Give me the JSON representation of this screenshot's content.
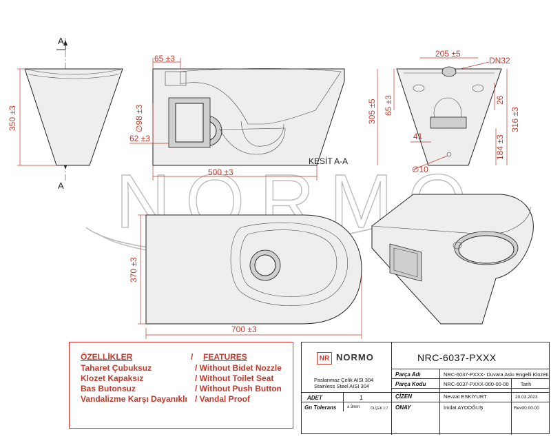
{
  "brand": {
    "name": "NORMO",
    "watermark": "NORMO",
    "logo_mark": "NR"
  },
  "views": {
    "section_label": "KESİT A-A",
    "section_marker": "A"
  },
  "dimensions": {
    "d65": "65 ±3",
    "d98": "∅98 ±3",
    "d62": "62 ±3",
    "d500": "500 ±3",
    "d350": "350 ±3",
    "d205": "205 ±5",
    "dn32": "DN32",
    "d305": "305 ±5",
    "d65b": "65 ±3",
    "d26": "26",
    "d316": "316 ±3",
    "d41": "41",
    "d184": "184 ±3",
    "d10": "∅10",
    "d370": "370 ±3",
    "d700": "700 ±3"
  },
  "features": {
    "heading_tr": "ÖZELLİKLER",
    "slash": "/",
    "heading_en": "FEATURES",
    "rows": [
      {
        "tr": "Taharet Çubuksuz",
        "en": "/ Without Bidet Nozzle"
      },
      {
        "tr": "Klozet Kapaksız",
        "en": "/ Without Toilet Seat"
      },
      {
        "tr": "Bas Butonsuz",
        "en": "/ Without Push Button"
      },
      {
        "tr": "Vandalizme Karşı Dayanıklı",
        "en": "/ Vandal Proof"
      }
    ]
  },
  "title_block": {
    "product_code": "NRC-6037-PXXX",
    "material_tr": "Paslanmaz Çelik AISI 304",
    "material_en": "Stainless Steel AISI 304",
    "adet_label": "ADET",
    "adet_value": "1",
    "tolerance_label": "Gn Tolerans",
    "tolerance_value": "± 3mm",
    "scale": "ÖLÇEK 1:7",
    "part_name_label": "Parça Adı",
    "part_name": "NRC-6037-PXXX- Duvara Askı Engelli Klozeti",
    "part_code_label": "Parça Kodu",
    "part_code": "NRC-6037-PXXX-000-00-00",
    "date_label": "Tarih",
    "drawn_label": "ÇİZEN",
    "drawn_by": "Nevzat ESKİYURT",
    "date": "20.03.2023",
    "approve_label": "ONAY",
    "approved_by": "İmdat AYDOĞUŞ",
    "revision": "Rev00.00.00"
  }
}
